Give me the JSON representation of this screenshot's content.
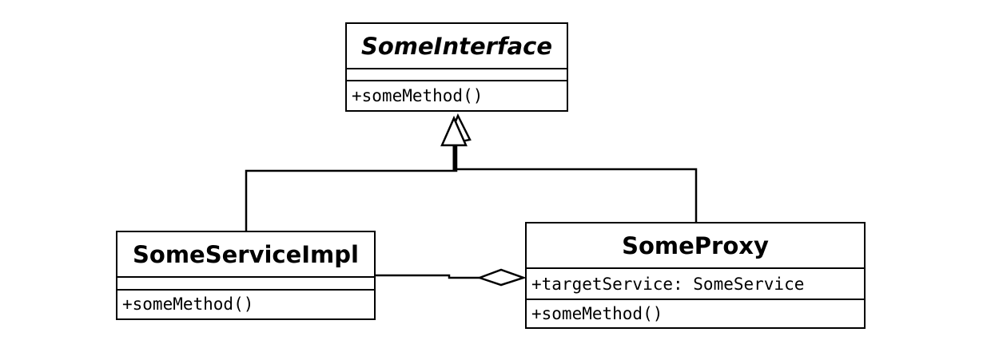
{
  "diagram": {
    "classes": {
      "some_interface": {
        "name": "SomeInterface",
        "attributes": [],
        "operations": [
          "+someMethod()"
        ]
      },
      "some_service_impl": {
        "name": "SomeServiceImpl",
        "attributes": [],
        "operations": [
          "+someMethod()"
        ]
      },
      "some_proxy": {
        "name": "SomeProxy",
        "attributes": [
          "+targetService: SomeService"
        ],
        "operations": [
          "+someMethod()"
        ]
      }
    },
    "relationships": [
      {
        "type": "realization",
        "from": "some_service_impl",
        "to": "some_interface"
      },
      {
        "type": "realization",
        "from": "some_proxy",
        "to": "some_interface"
      },
      {
        "type": "aggregation",
        "whole": "some_proxy",
        "part": "some_service_impl"
      }
    ],
    "colors": {
      "line": "#000000",
      "background": "#ffffff"
    }
  }
}
